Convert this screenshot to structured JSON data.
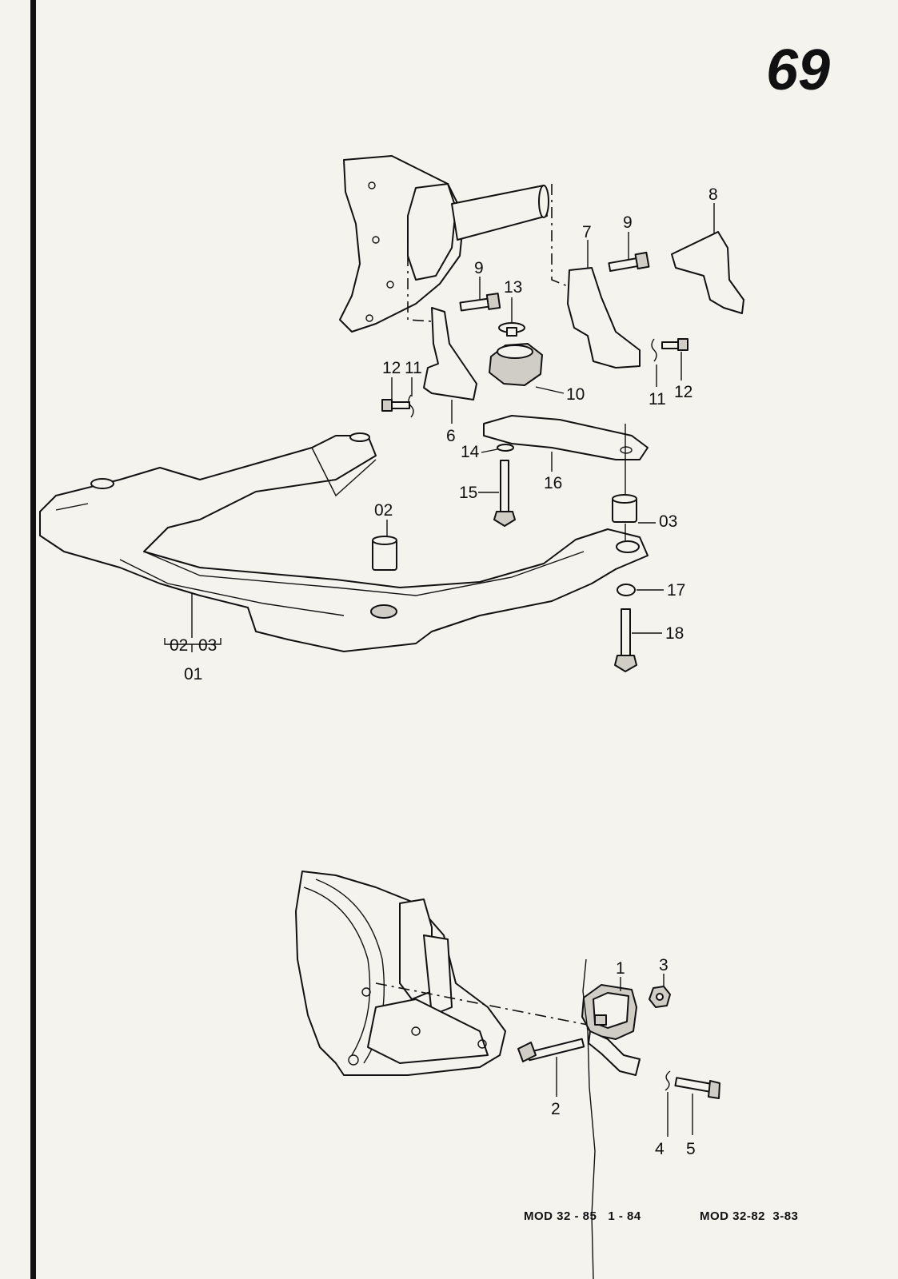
{
  "page": {
    "number": "69"
  },
  "upper_diagram": {
    "callouts": {
      "c6": "6",
      "c7": "7",
      "c8": "8",
      "c9a": "9",
      "c9b": "9",
      "c10": "10",
      "c11a": "11",
      "c11b": "11",
      "c12a": "12",
      "c12b": "12",
      "c13": "13",
      "c14": "14",
      "c15": "15",
      "c16": "16",
      "c17": "17",
      "c18": "18",
      "c02": "02",
      "c03": "03",
      "g02": "02",
      "g03": "03",
      "g01": "01"
    }
  },
  "lower_diagram": {
    "callouts": {
      "c1": "1",
      "c2": "2",
      "c3": "3",
      "c4": "4",
      "c5": "5"
    }
  },
  "footer": {
    "left": "MOD 32 - 85   1 - 84",
    "right": "MOD 32-82  3-83"
  }
}
